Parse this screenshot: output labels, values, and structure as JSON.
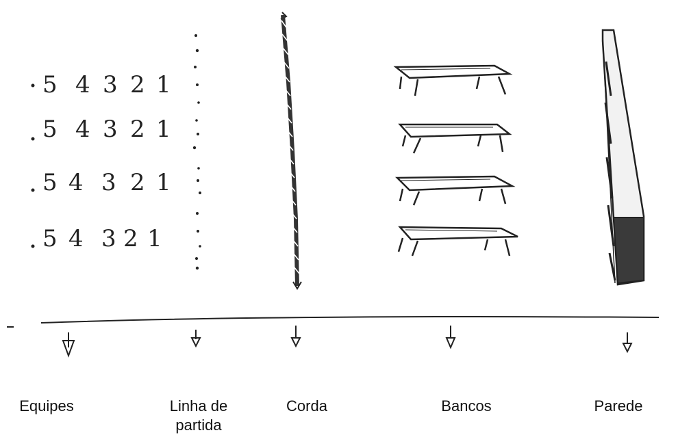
{
  "rows": [
    {
      "digits": [
        "5",
        "4",
        "3",
        "2",
        "1"
      ]
    },
    {
      "digits": [
        "5",
        "4",
        "3",
        "2",
        "1"
      ]
    },
    {
      "digits": [
        "5",
        "4",
        "3",
        "2",
        "1"
      ]
    },
    {
      "digits": [
        "5",
        "4",
        "3",
        "2",
        "1"
      ]
    }
  ],
  "labels": {
    "equipes": "Equipes",
    "linha_line1": "Linha de",
    "linha_line2": "partida",
    "corda": "Corda",
    "bancos": "Bancos",
    "parede": "Parede"
  },
  "colors": {
    "ink": "#222222",
    "paper": "#ffffff"
  }
}
